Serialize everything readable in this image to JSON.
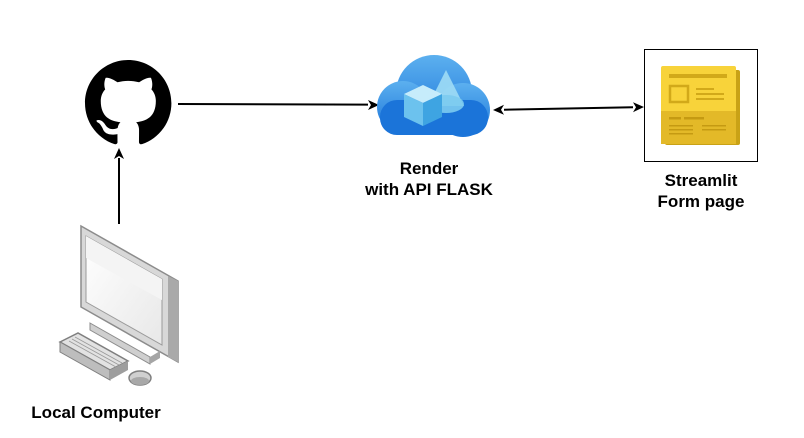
{
  "diagram": {
    "nodes": {
      "github": {
        "icon": "github-icon"
      },
      "render": {
        "icon": "azure-cloud-icon",
        "label_line1": "Render",
        "label_line2": "with API FLASK"
      },
      "streamlit": {
        "icon": "form-page-icon",
        "label_line1": "Streamlit",
        "label_line2": "Form page"
      },
      "local": {
        "icon": "desktop-computer-icon",
        "label": "Local Computer"
      }
    },
    "edges": [
      {
        "from": "local",
        "to": "github",
        "direction": "forward"
      },
      {
        "from": "github",
        "to": "render",
        "direction": "forward"
      },
      {
        "from": "render",
        "to": "streamlit",
        "direction": "both"
      }
    ],
    "colors": {
      "arrow": "#000000",
      "cloud": "#2f8fe0",
      "form": "#f5c518",
      "computer": "#c8c8c8"
    }
  }
}
